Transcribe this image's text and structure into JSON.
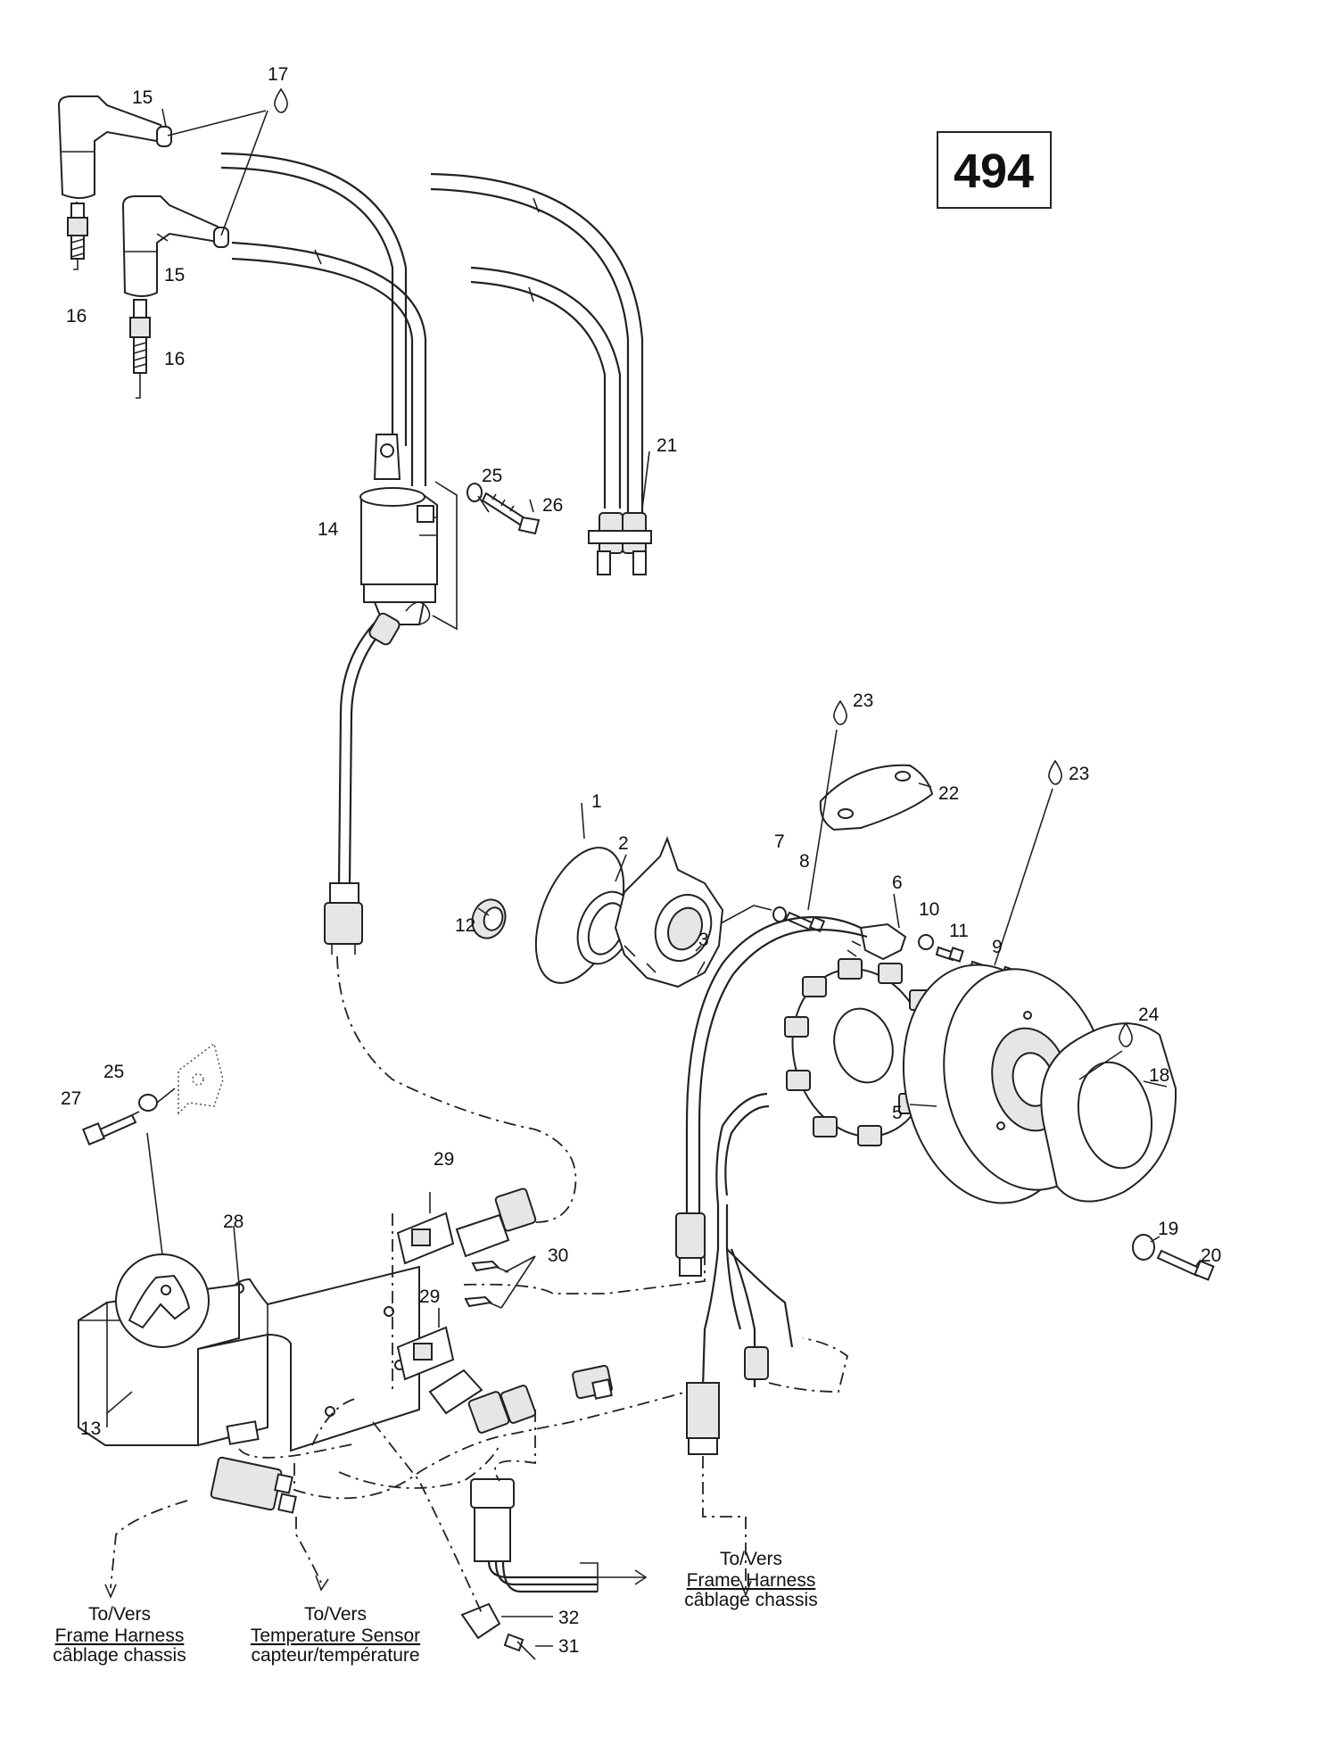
{
  "page": {
    "number": "494"
  },
  "callouts": [
    {
      "id": "c1",
      "label": "1"
    },
    {
      "id": "c2",
      "label": "2"
    },
    {
      "id": "c3",
      "label": "3"
    },
    {
      "id": "c5",
      "label": "5"
    },
    {
      "id": "c6",
      "label": "6"
    },
    {
      "id": "c7",
      "label": "7"
    },
    {
      "id": "c8",
      "label": "8"
    },
    {
      "id": "c9",
      "label": "9"
    },
    {
      "id": "c10",
      "label": "10"
    },
    {
      "id": "c11",
      "label": "11"
    },
    {
      "id": "c12",
      "label": "12"
    },
    {
      "id": "c13",
      "label": "13"
    },
    {
      "id": "c14",
      "label": "14"
    },
    {
      "id": "c15a",
      "label": "15"
    },
    {
      "id": "c15b",
      "label": "15"
    },
    {
      "id": "c16a",
      "label": "16"
    },
    {
      "id": "c16b",
      "label": "16"
    },
    {
      "id": "c17",
      "label": "17"
    },
    {
      "id": "c18",
      "label": "18"
    },
    {
      "id": "c19",
      "label": "19"
    },
    {
      "id": "c20",
      "label": "20"
    },
    {
      "id": "c21",
      "label": "21"
    },
    {
      "id": "c22",
      "label": "22"
    },
    {
      "id": "c23a",
      "label": "23"
    },
    {
      "id": "c23b",
      "label": "23"
    },
    {
      "id": "c24",
      "label": "24"
    },
    {
      "id": "c25a",
      "label": "25"
    },
    {
      "id": "c25b",
      "label": "25"
    },
    {
      "id": "c26",
      "label": "26"
    },
    {
      "id": "c27",
      "label": "27"
    },
    {
      "id": "c28",
      "label": "28"
    },
    {
      "id": "c29a",
      "label": "29"
    },
    {
      "id": "c29b",
      "label": "29"
    },
    {
      "id": "c30",
      "label": "30"
    },
    {
      "id": "c31",
      "label": "31"
    },
    {
      "id": "c32",
      "label": "32"
    }
  ],
  "destinations": {
    "left": {
      "line1": "To/Vers",
      "line2": "Frame Harness",
      "line3": "câblage chassis"
    },
    "middle": {
      "line1": "To/Vers",
      "line2": "Temperature Sensor",
      "line3": "capteur/température"
    },
    "right": {
      "line1": "To/Vers",
      "line2": "Frame Harness",
      "line3": "câblage chassis"
    }
  }
}
